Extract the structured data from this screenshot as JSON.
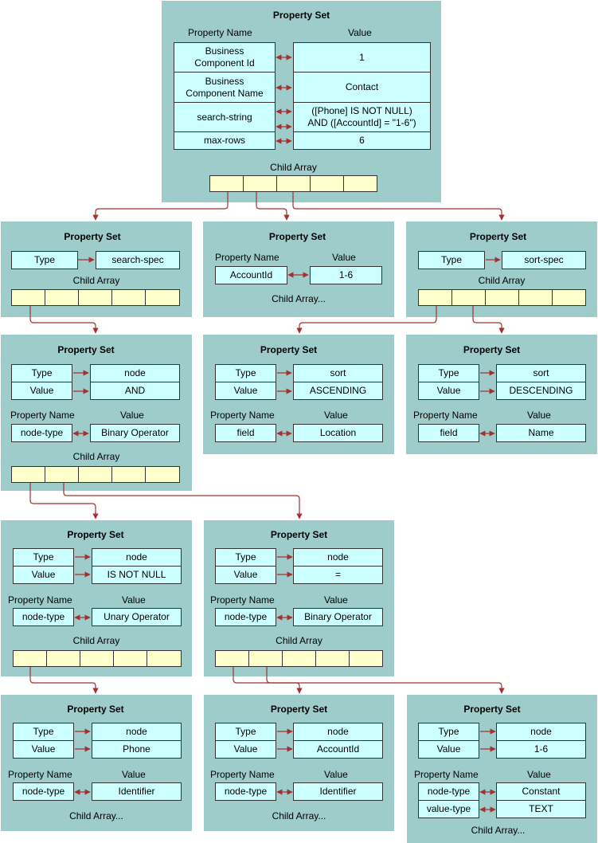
{
  "labels": {
    "property_set": "Property Set",
    "property_name": "Property Name",
    "value": "Value",
    "child_array": "Child Array",
    "child_array_more": "Child Array..."
  },
  "root": {
    "rows": [
      {
        "name": "Business\nComponent Id",
        "value": "1"
      },
      {
        "name": "Business\nComponent Name",
        "value": "Contact"
      },
      {
        "name": "search-string",
        "value": "([Phone] IS NOT NULL)\nAND ([AccountId] = \"1-6\")"
      },
      {
        "name": "max-rows",
        "value": "6"
      }
    ]
  },
  "search_spec": {
    "type_label": "Type",
    "type_value": "search-spec"
  },
  "account": {
    "name": "AccountId",
    "value": "1-6"
  },
  "sort_spec": {
    "type_label": "Type",
    "type_value": "sort-spec"
  },
  "and_node": {
    "type_label": "Type",
    "type_value": "node",
    "value_label": "Value",
    "value_value": "AND",
    "prop_name": "node-type",
    "prop_value": "Binary Operator"
  },
  "sort_asc": {
    "type_label": "Type",
    "type_value": "sort",
    "value_label": "Value",
    "value_value": "ASCENDING",
    "prop_name": "field",
    "prop_value": "Location"
  },
  "sort_desc": {
    "type_label": "Type",
    "type_value": "sort",
    "value_label": "Value",
    "value_value": "DESCENDING",
    "prop_name": "field",
    "prop_value": "Name"
  },
  "notnull_node": {
    "type_label": "Type",
    "type_value": "node",
    "value_label": "Value",
    "value_value": "IS NOT NULL",
    "prop_name": "node-type",
    "prop_value": "Unary Operator"
  },
  "eq_node": {
    "type_label": "Type",
    "type_value": "node",
    "value_label": "Value",
    "value_value": "=",
    "prop_name": "node-type",
    "prop_value": "Binary Operator"
  },
  "phone_node": {
    "type_label": "Type",
    "type_value": "node",
    "value_label": "Value",
    "value_value": "Phone",
    "prop_name": "node-type",
    "prop_value": "Identifier"
  },
  "accid_node": {
    "type_label": "Type",
    "type_value": "node",
    "value_label": "Value",
    "value_value": "AccountId",
    "prop_name": "node-type",
    "prop_value": "Identifier"
  },
  "const_node": {
    "type_label": "Type",
    "type_value": "node",
    "value_label": "Value",
    "value_value": "1-6",
    "prop_name": "node-type",
    "prop_value": "Constant",
    "prop2_name": "value-type",
    "prop2_value": "TEXT"
  },
  "colors": {
    "panel": "#9dcccb",
    "box": "#ccffff",
    "cell": "#ffffcc",
    "arrow": "#a3312f"
  }
}
